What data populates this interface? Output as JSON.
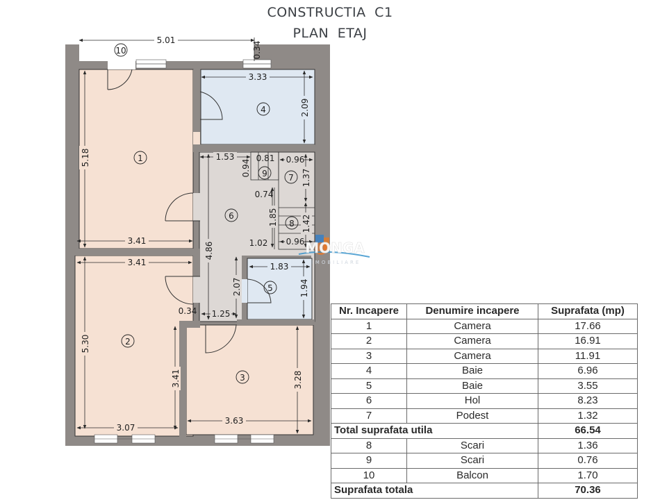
{
  "title": {
    "line1": "CONSTRUCTIA  C1",
    "line2": "PLAN  ETAJ"
  },
  "colors": {
    "wall": "#8f8a87",
    "room_warm": "#f6e1d3",
    "room_bath": "#dfe8f2",
    "hall": "#ddd8d5",
    "line": "#2a2a2a"
  },
  "plan": {
    "rooms": [
      {
        "id": "1",
        "label": "1"
      },
      {
        "id": "2",
        "label": "2"
      },
      {
        "id": "3",
        "label": "3"
      },
      {
        "id": "4",
        "label": "4"
      },
      {
        "id": "5",
        "label": "5"
      },
      {
        "id": "6",
        "label": "6"
      },
      {
        "id": "7",
        "label": "7"
      },
      {
        "id": "8",
        "label": "8"
      },
      {
        "id": "9",
        "label": "9"
      },
      {
        "id": "10",
        "label": "10"
      }
    ],
    "dimensions": {
      "balcony_width": "5.01",
      "balcony_depth": "0.34",
      "r4_width": "3.33",
      "r4_height": "2.09",
      "r1_height": "5.18",
      "r1_width": "3.41",
      "r2_width_top": "3.41",
      "r2_height": "5.30",
      "r2_inner_height": "3.41",
      "r2_width_bottom": "3.07",
      "hall_top_left": "1.53",
      "r9_height": "0.94",
      "r9_width": "0.81",
      "r7_width": "0.96",
      "r7_height": "1.37",
      "stair_074": "0.74",
      "stair_185": "1.85",
      "r8_height": "1.42",
      "hall_102": "1.02",
      "r8_width": "0.96",
      "hall_height": "4.86",
      "r5_width": "1.83",
      "r5_height": "1.94",
      "hall_low_height": "2.07",
      "wall_034": "0.34",
      "hall_bottom": "1.25",
      "r3_height": "3.28",
      "r3_width": "3.63"
    }
  },
  "table": {
    "headers": [
      "Nr. Incapere",
      "Denumire incapere",
      "Suprafata (mp)"
    ],
    "rows_utila": [
      {
        "nr": "1",
        "name": "Camera",
        "area": "17.66"
      },
      {
        "nr": "2",
        "name": "Camera",
        "area": "16.91"
      },
      {
        "nr": "3",
        "name": "Camera",
        "area": "11.91"
      },
      {
        "nr": "4",
        "name": "Baie",
        "area": "6.96"
      },
      {
        "nr": "5",
        "name": "Baie",
        "area": "3.55"
      },
      {
        "nr": "6",
        "name": "Hol",
        "area": "8.23"
      },
      {
        "nr": "7",
        "name": "Podest",
        "area": "1.32"
      }
    ],
    "total_utila": {
      "label": "Total suprafata utila",
      "value": "66.54"
    },
    "rows_other": [
      {
        "nr": "8",
        "name": "Scari",
        "area": "1.36"
      },
      {
        "nr": "9",
        "name": "Scari",
        "area": "0.76"
      },
      {
        "nr": "10",
        "name": "Balcon",
        "area": "1.70"
      }
    ],
    "total": {
      "label": "Suprafata totala",
      "value": "70.36"
    }
  },
  "watermark": {
    "brand": "MONGA",
    "sub": "IMOBILIARE"
  }
}
